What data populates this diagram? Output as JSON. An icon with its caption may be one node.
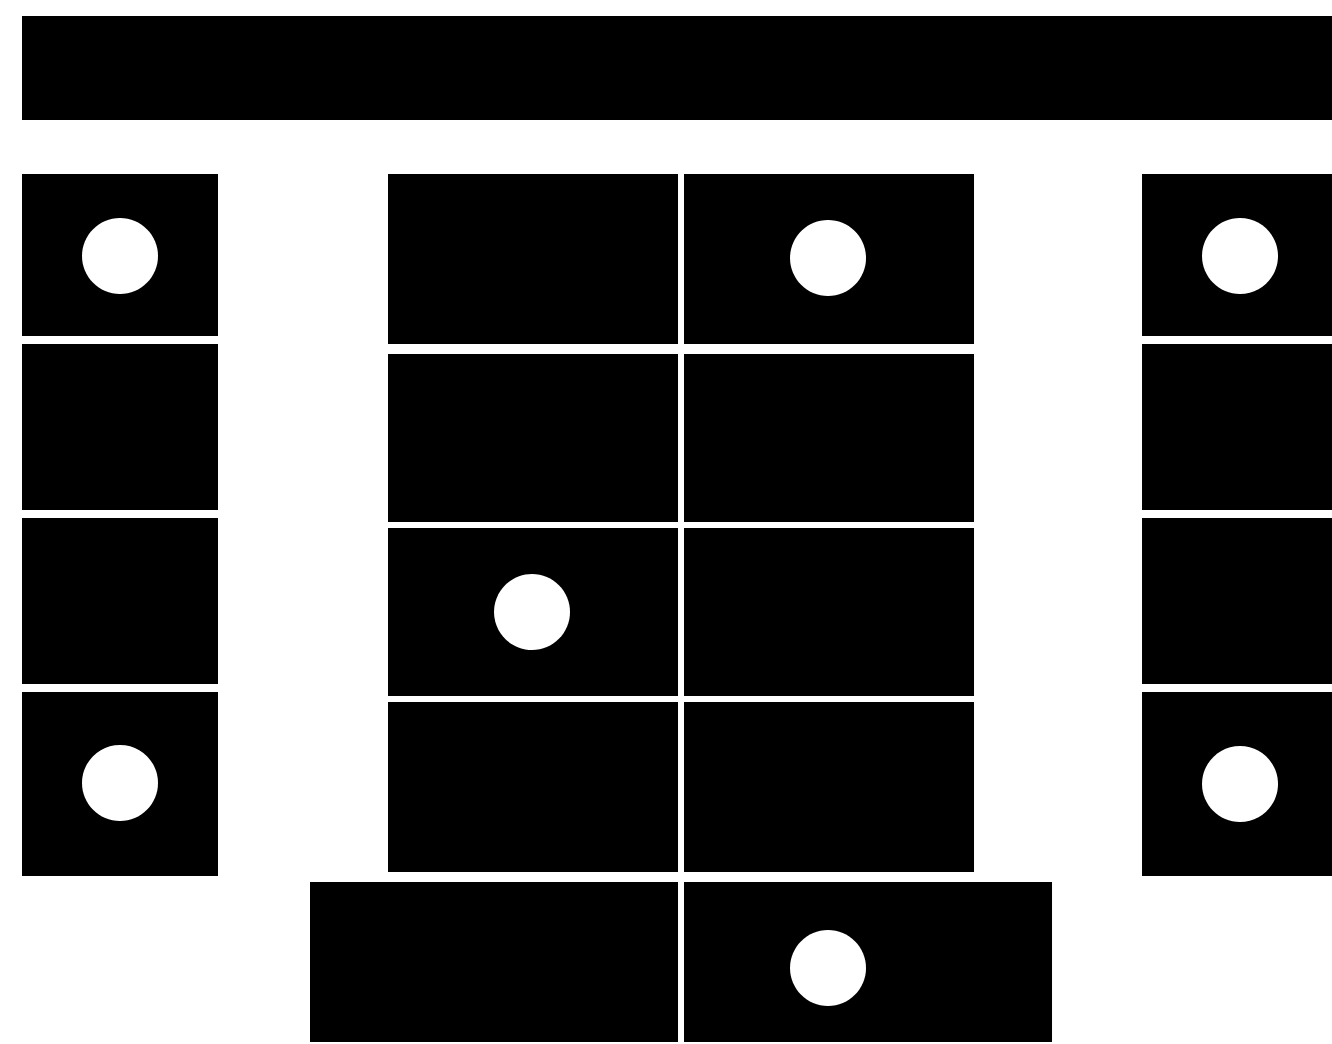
{
  "diagram": {
    "nodes": [
      {
        "text": [],
        "shape": "box"
      },
      {
        "text": [],
        "shape": "box"
      },
      {
        "text": [],
        "shape": "circle",
        "in": 1
      },
      {
        "text": [],
        "shape": "box"
      },
      {
        "text": [],
        "shape": "box"
      },
      {
        "text": [],
        "shape": "circle",
        "in": 4
      },
      {
        "text": [],
        "shape": "box"
      },
      {
        "text": [],
        "shape": "circle",
        "in": 6
      },
      {
        "text": [],
        "shape": "box"
      },
      {
        "text": [],
        "shape": "box"
      },
      {
        "text": [],
        "shape": "box"
      },
      {
        "text": [],
        "shape": "box"
      },
      {
        "text": [],
        "shape": "box"
      },
      {
        "text": [],
        "shape": "box"
      },
      {
        "text": [],
        "shape": "circle",
        "in": 13
      },
      {
        "text": [],
        "shape": "box"
      },
      {
        "text": [],
        "shape": "box"
      },
      {
        "text": [],
        "shape": "box"
      },
      {
        "text": [],
        "shape": "circle",
        "in": 17
      },
      {
        "text": [],
        "shape": "box"
      },
      {
        "text": [],
        "shape": "box"
      },
      {
        "text": [],
        "shape": "box"
      },
      {
        "text": [],
        "shape": "circle",
        "in": 21
      },
      {
        "text": [],
        "shape": "box"
      },
      {
        "text": [],
        "shape": "box"
      },
      {
        "text": [],
        "shape": "circle",
        "in": 24
      }
    ]
  }
}
